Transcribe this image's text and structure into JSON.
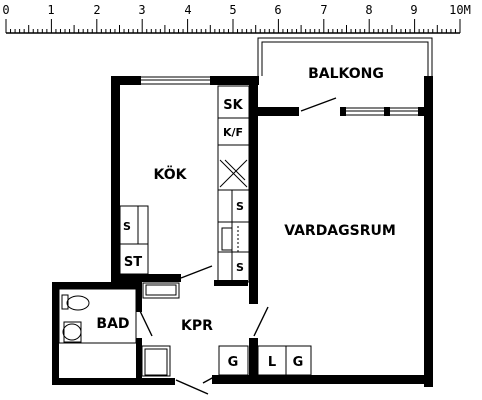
{
  "scale": {
    "labels": [
      "0",
      "1",
      "2",
      "3",
      "4",
      "5",
      "6",
      "7",
      "8",
      "9",
      "10M"
    ]
  },
  "rooms": {
    "balkong": "BALKONG",
    "kok": "KÖK",
    "vardagsrum": "VARDAGSRUM",
    "bad": "BAD",
    "kpr": "KPR"
  },
  "fixtures": {
    "sk": "SK",
    "kf": "K/F",
    "s_kitchen_left": "S",
    "st": "ST",
    "s_right_1": "S",
    "s_right_2": "S",
    "g_left": "G",
    "l": "L",
    "g_right": "G"
  }
}
